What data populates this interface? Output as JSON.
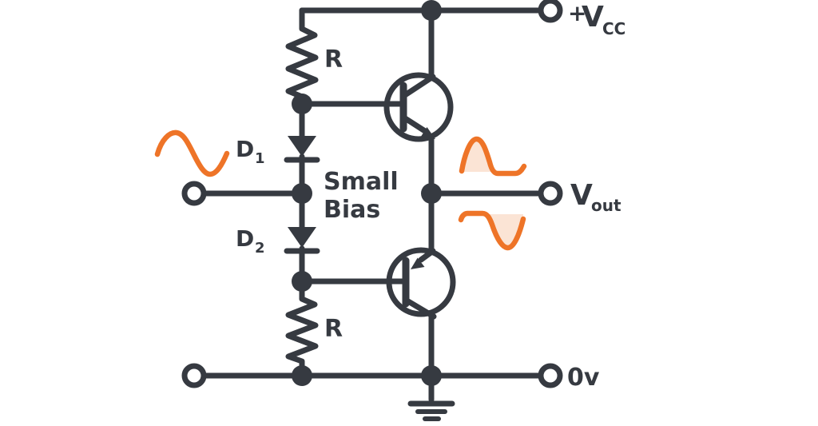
{
  "labels": {
    "vcc": {
      "plus": "+",
      "main": "V",
      "sub": "CC"
    },
    "vout": {
      "main": "V",
      "sub": "out"
    },
    "zero_volt": "0v",
    "resistor_top": "R",
    "resistor_bottom": "R",
    "diode1": {
      "main": "D",
      "sub": "1"
    },
    "diode2": {
      "main": "D",
      "sub": "2"
    },
    "bias_note": {
      "line1": "Small",
      "line2": "Bias"
    }
  },
  "colors": {
    "wire": "#363a41",
    "signal": "#ee7428",
    "signal_fill": "#fbe4d5",
    "background": "#ffffff"
  }
}
